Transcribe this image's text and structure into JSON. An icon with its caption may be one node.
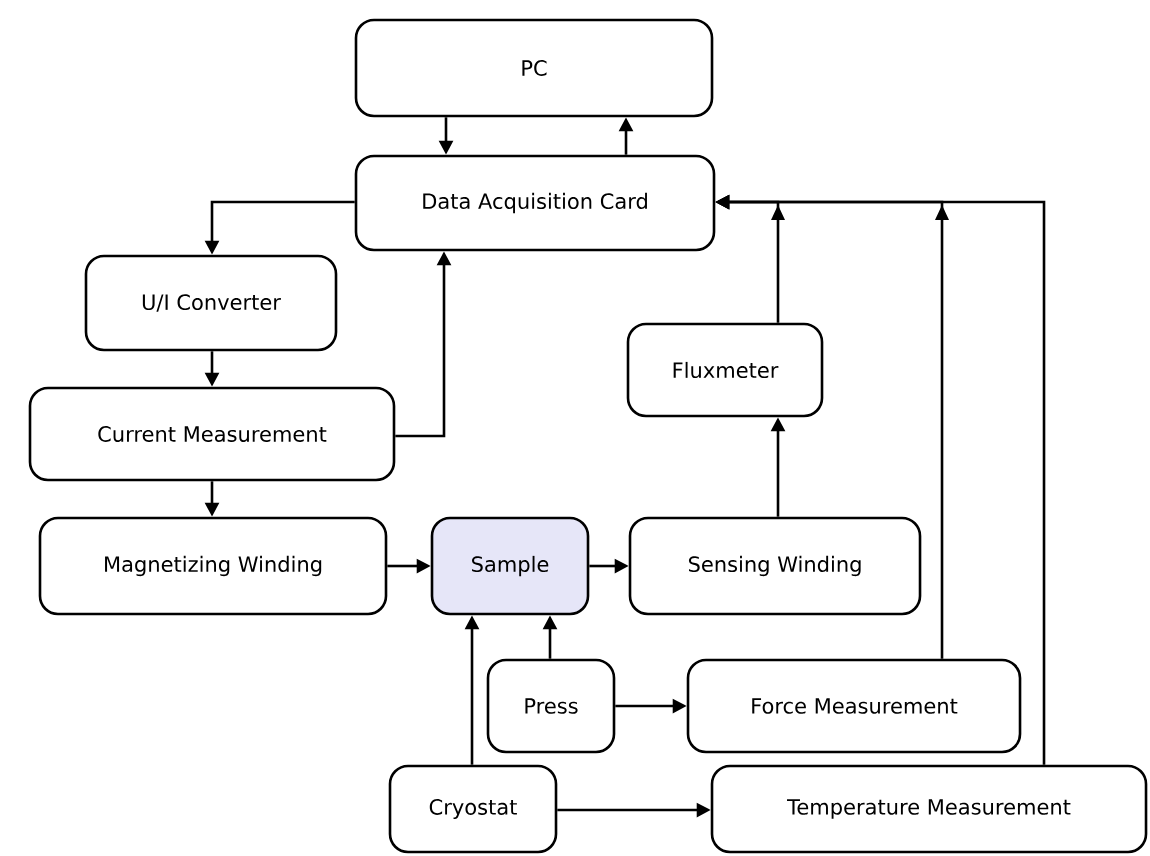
{
  "diagram": {
    "nodes": [
      {
        "text": [
          "PC"
        ]
      },
      {
        "text": [
          "Data Acquisition Card"
        ]
      },
      {
        "text": [
          "U/I Converter"
        ]
      },
      {
        "text": [
          "Current Measurement"
        ]
      },
      {
        "text": [
          "Magnetizing Winding"
        ]
      },
      {
        "text": [
          "Sample"
        ]
      },
      {
        "text": [
          "Sensing Winding"
        ]
      },
      {
        "text": [
          "Fluxmeter"
        ]
      },
      {
        "text": [
          "Press"
        ]
      },
      {
        "text": [
          "Force Measurement"
        ]
      },
      {
        "text": [
          "Cryostat"
        ]
      },
      {
        "text": [
          "Temperature Measurement"
        ]
      }
    ],
    "edges": [
      {
        "from": 0,
        "to": 1,
        "arrow": "to"
      },
      {
        "from": 1,
        "to": 0,
        "arrow": "to"
      },
      {
        "from": 1,
        "to": 2,
        "arrow": "to"
      },
      {
        "from": 2,
        "to": 3,
        "arrow": "to"
      },
      {
        "from": 3,
        "to": 1,
        "arrow": "to"
      },
      {
        "from": 3,
        "to": 4,
        "arrow": "to"
      },
      {
        "from": 4,
        "to": 5,
        "arrow": "to"
      },
      {
        "from": 5,
        "to": 6,
        "arrow": "to"
      },
      {
        "from": 6,
        "to": 7,
        "arrow": "to"
      },
      {
        "from": 7,
        "to": 1,
        "arrow": "to"
      },
      {
        "from": 8,
        "to": 5,
        "arrow": "to"
      },
      {
        "from": 10,
        "to": 5,
        "arrow": "to"
      },
      {
        "from": 8,
        "to": 9,
        "arrow": "to"
      },
      {
        "from": 10,
        "to": 11,
        "arrow": "to"
      },
      {
        "from": 9,
        "to": 1,
        "arrow": "to"
      },
      {
        "from": 11,
        "to": 1,
        "arrow": "to"
      }
    ]
  }
}
